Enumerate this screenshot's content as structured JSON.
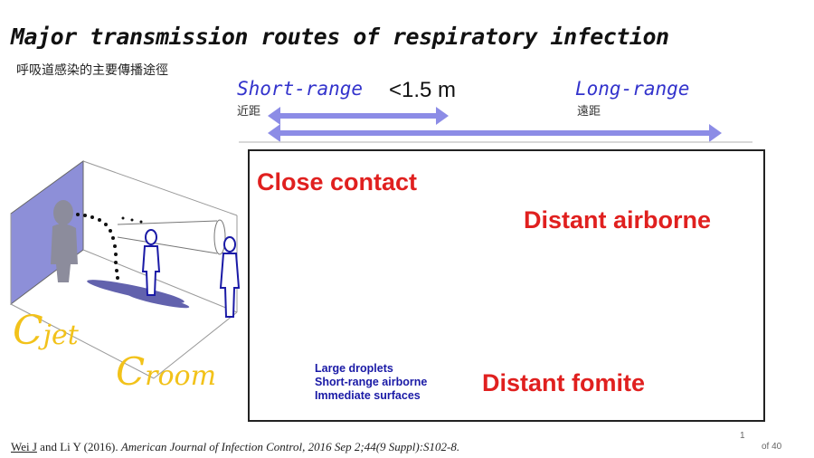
{
  "title": "Major transmission routes of respiratory infection",
  "subtitle": "呼吸道感染的主要傳播途徑",
  "range": {
    "short_label": "Short-range",
    "short_label_cn": "近距",
    "distance": "<1.5 m",
    "long_label": "Long-range",
    "long_label_cn": "遠距"
  },
  "scene": {
    "close_contact": "Close contact",
    "distant_airborne": "Distant airborne",
    "distant_fomite": "Distant fomite",
    "routes": [
      "Large droplets",
      "Short-range airborne",
      "Immediate surfaces"
    ]
  },
  "inset": {
    "c_jet_c": "C",
    "c_jet_sub": "jet",
    "c_room_c": "C",
    "c_room_sub": "room"
  },
  "citation": {
    "authors_underlined": "Wei J",
    "authors_rest": " and Li Y (2016). ",
    "journal": "American Journal of Infection Control, 2016 Sep 2;44(9 Suppl):S102-8."
  },
  "slide_mark": "1",
  "page_label": "of 40",
  "colors": {
    "red": "#e0201f",
    "blue": "#1a1aa6",
    "arrow": "#8c8ce6",
    "yellow": "#f2c21a"
  }
}
